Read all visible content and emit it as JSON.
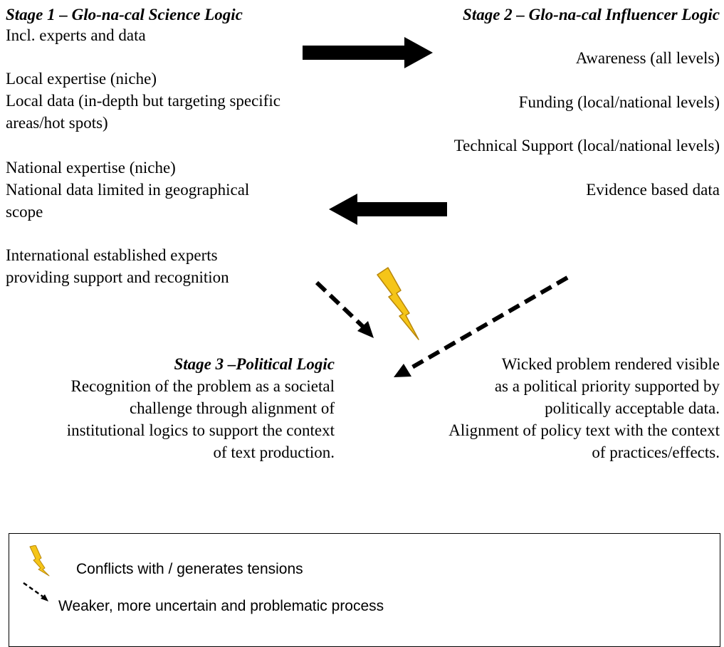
{
  "stage1": {
    "title": "Stage 1 – Glo-na-cal Science Logic",
    "lines": [
      "Incl. experts and data",
      "Local expertise (niche)",
      "Local data (in-depth but targeting specific",
      "areas/hot spots)",
      "National expertise (niche)",
      "National data limited in geographical",
      "scope",
      "International established experts",
      "providing support and recognition"
    ]
  },
  "stage2": {
    "title": "Stage 2 – Glo-na-cal Influencer Logic",
    "lines": [
      "Awareness (all levels)",
      "Funding (local/national levels)",
      "Technical Support (local/national levels)",
      "Evidence based data"
    ]
  },
  "stage3": {
    "title": "Stage 3 –Political Logic",
    "lines": [
      "Recognition of the problem as a societal",
      "challenge through alignment of",
      "institutional logics to support the context",
      "of text production."
    ]
  },
  "outcome": {
    "lines": [
      "Wicked problem rendered visible",
      "as a political priority supported by",
      "politically acceptable data.",
      "Alignment of policy text with the context",
      "of practices/effects."
    ]
  },
  "legend": {
    "conflict_label": "Conflicts with / generates tensions",
    "weak_label": "Weaker, more uncertain and problematic process"
  },
  "colors": {
    "lightning_fill": "#f5c518",
    "lightning_stroke": "#b8860b",
    "arrow": "#000000"
  },
  "icons": {
    "conflict": "lightning-bolt-icon",
    "weak_process": "dashed-arrow-icon"
  }
}
